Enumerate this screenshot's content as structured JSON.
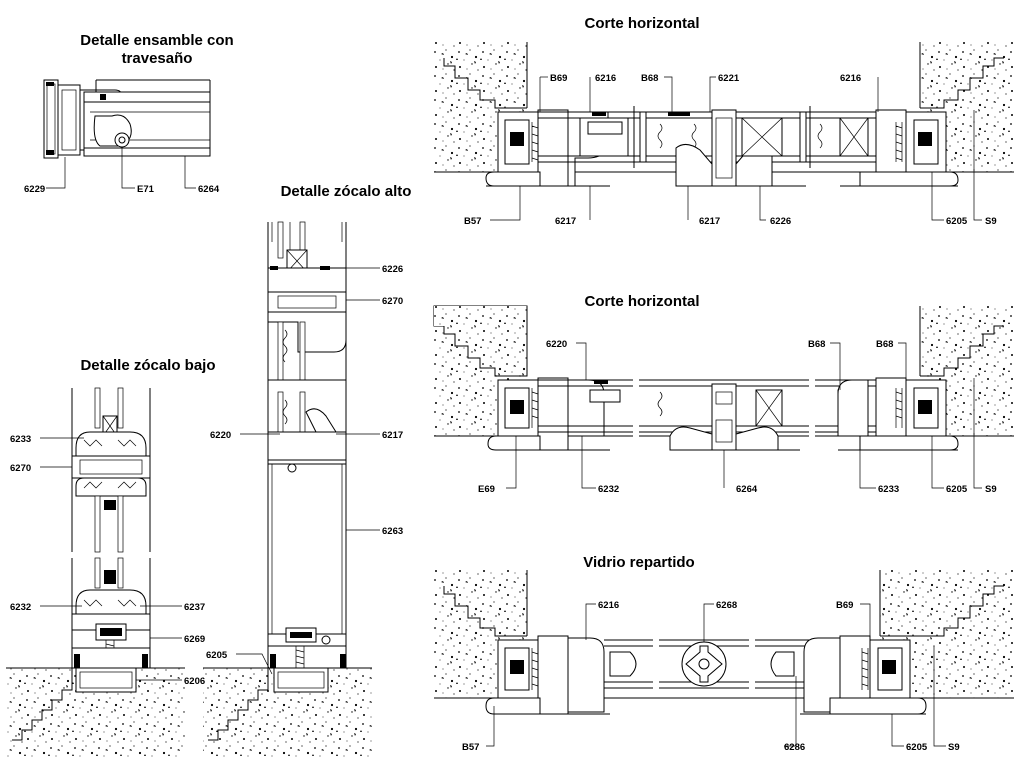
{
  "titles": {
    "ensamble": "Detalle ensamble con",
    "ensamble_line2": "travesaño",
    "zocalo_alto": "Detalle zócalo alto",
    "zocalo_bajo": "Detalle zócalo bajo",
    "corte1": "Corte horizontal",
    "corte2": "Corte horizontal",
    "vidrio": "Vidrio repartido"
  },
  "labels": {
    "ensamble": [
      "6229",
      "E71",
      "6264"
    ],
    "zocalo_alto": [
      "6226",
      "6270",
      "6220",
      "6217",
      "6263",
      "6205"
    ],
    "zocalo_bajo": [
      "6233",
      "6270",
      "6232",
      "6237",
      "6269",
      "6206"
    ],
    "corte1": [
      "B69",
      "6216",
      "B68",
      "6221",
      "6216",
      "B57",
      "6217",
      "6217",
      "6226",
      "6205",
      "S9"
    ],
    "corte2": [
      "6220",
      "B68",
      "B68",
      "E69",
      "6232",
      "6264",
      "6233",
      "6205",
      "S9"
    ],
    "vidrio": [
      "6216",
      "6268",
      "B69",
      "B57",
      "6286",
      "6205",
      "S9"
    ]
  }
}
